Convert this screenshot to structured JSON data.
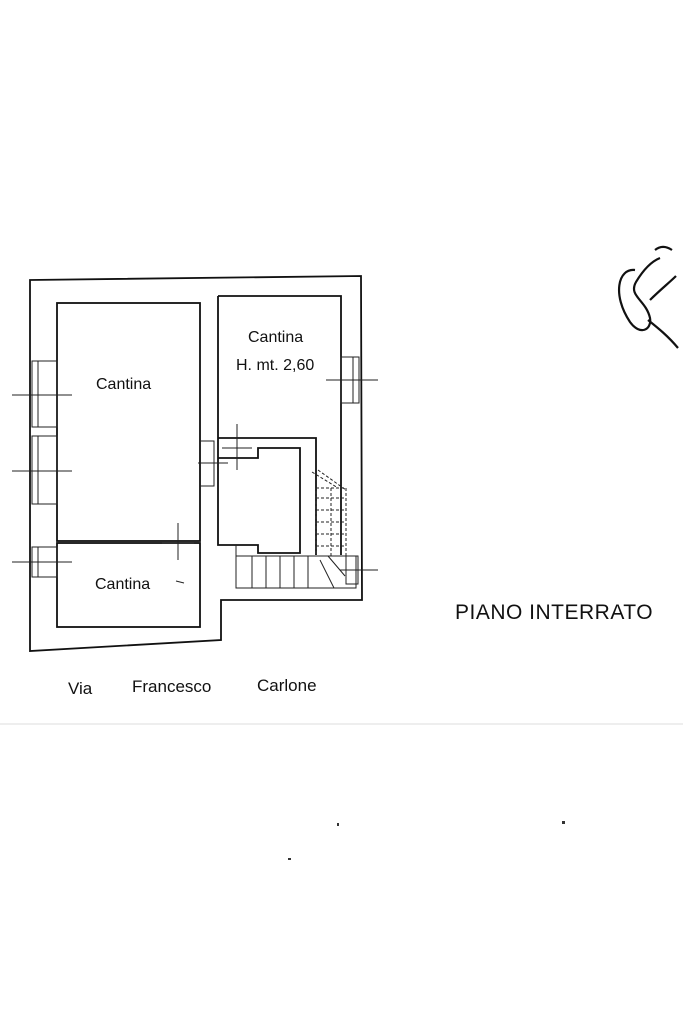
{
  "plan": {
    "title": "PIANO INTERRATO",
    "rooms": {
      "top_left": "Cantina",
      "top_right": "Cantina",
      "top_right_height": "H. mt. 2,60",
      "bottom_left": "Cantina"
    },
    "street": {
      "word1": "Via",
      "word2": "Francesco",
      "word3": "Carlone"
    }
  },
  "colors": {
    "ink": "#111111",
    "paper": "#ffffff"
  }
}
